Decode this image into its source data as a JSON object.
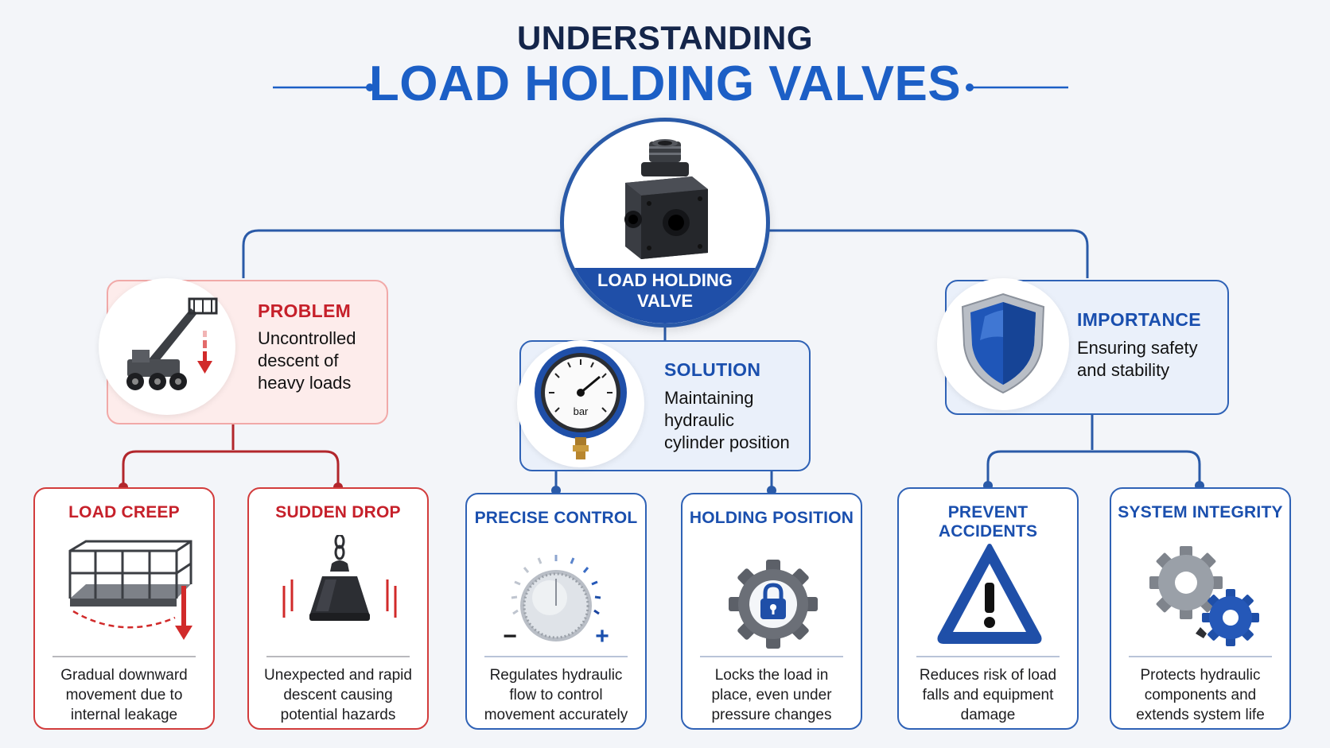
{
  "header": {
    "title_top": "UNDERSTANDING",
    "title_main": "LOAD HOLDING VALVES"
  },
  "center": {
    "label_line1": "LOAD HOLDING",
    "label_line2": "VALVE",
    "icon": "hydraulic-valve-block-icon"
  },
  "panels": {
    "problem": {
      "title": "PROBLEM",
      "lines": [
        "Uncontrolled",
        "descent of",
        "heavy loads"
      ],
      "icon": "telehandler-lift-icon"
    },
    "solution": {
      "title": "SOLUTION",
      "lines": [
        "Maintaining",
        "hydraulic",
        "cylinder position"
      ],
      "icon": "pressure-gauge-icon",
      "gauge_unit": "bar"
    },
    "importance": {
      "title": "IMPORTANCE",
      "lines": [
        "Ensuring safety",
        "and stability"
      ],
      "icon": "shield-icon"
    }
  },
  "cards": [
    {
      "title": "LOAD CREEP",
      "desc": [
        "Gradual downward",
        "movement due to",
        "internal leakage"
      ],
      "icon": "platform-cage-icon",
      "theme": "red"
    },
    {
      "title": "SUDDEN DROP",
      "desc": [
        "Unexpected and rapid",
        "descent causing",
        "potential hazards"
      ],
      "icon": "hanging-weight-icon",
      "theme": "red"
    },
    {
      "title": "PRECISE CONTROL",
      "desc": [
        "Regulates hydraulic",
        "flow to control",
        "movement accurately"
      ],
      "icon": "control-knob-icon",
      "theme": "blue",
      "knob_minus": "−",
      "knob_plus": "+"
    },
    {
      "title": "HOLDING POSITION",
      "desc": [
        "Locks the load in",
        "place, even under",
        "pressure changes"
      ],
      "icon": "gear-lock-icon",
      "theme": "blue"
    },
    {
      "title": "PREVENT ACCIDENTS",
      "desc": [
        "Reduces risk of load",
        "falls and equipment",
        "damage"
      ],
      "icon": "warning-triangle-icon",
      "theme": "blue"
    },
    {
      "title": "SYSTEM INTEGRITY",
      "desc": [
        "Protects hydraulic",
        "components and",
        "extends system life"
      ],
      "icon": "gears-icon",
      "theme": "blue"
    }
  ],
  "colors": {
    "red": "#c6202a",
    "blue": "#1a4fae",
    "navy": "#14254a",
    "brand_blue": "#1c5fc6"
  }
}
